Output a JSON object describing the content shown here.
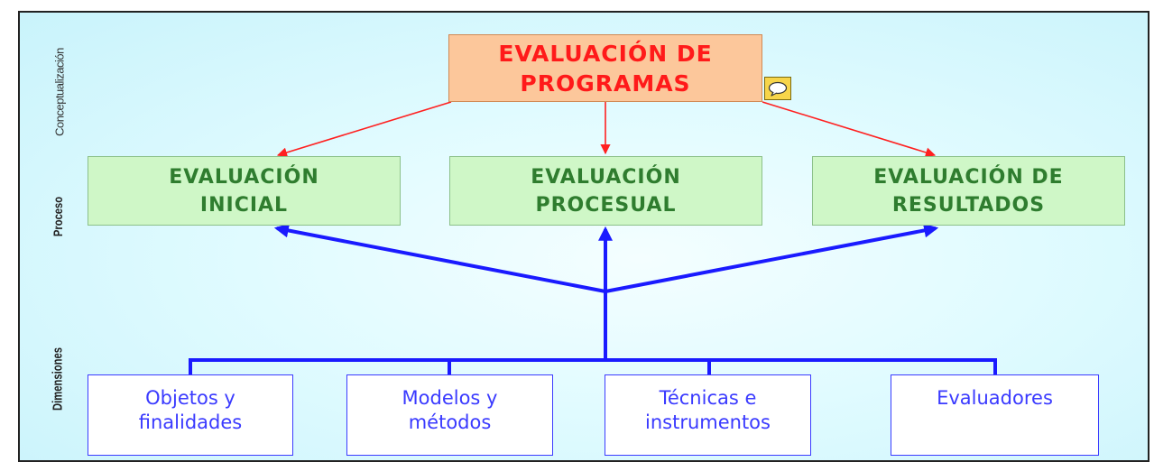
{
  "side_labels": {
    "conceptualizacion": "Conceptualización",
    "proceso": "Proceso",
    "dimensiones": "Dimensiones"
  },
  "top": {
    "label": "EVALUACIÓN DE\nPROGRAMAS"
  },
  "process": [
    {
      "label": "EVALUACIÓN\nINICIAL"
    },
    {
      "label": "EVALUACIÓN\nPROCESUAL"
    },
    {
      "label": "EVALUACIÓN DE\nRESULTADOS"
    }
  ],
  "dimensions": [
    {
      "label": "Objetos y\nfinalidades"
    },
    {
      "label": "Modelos y\nmétodos"
    },
    {
      "label": "Técnicas e\ninstrumentos"
    },
    {
      "label": "Evaluadores"
    }
  ],
  "colors": {
    "top_fill": "#fcc79b",
    "top_text": "#ff1a1a",
    "process_fill": "#cff7c7",
    "process_text": "#2f7d2f",
    "dimension_border": "#3b3bff",
    "red_arrow": "#ff2020",
    "blue_connector": "#1a1aff",
    "comment_icon": "#f7d54a"
  },
  "icons": {
    "comment": "speech-bubble-icon"
  }
}
